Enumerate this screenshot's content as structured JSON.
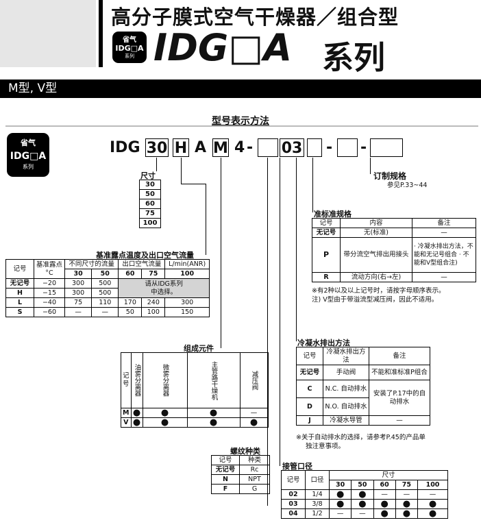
{
  "header": {
    "title_line1": "高分子膜式空气干燥器／组合型",
    "series_code": "IDG□A",
    "series_suffix": "系列",
    "badge_top": "省气",
    "badge_mid": "IDG□A",
    "badge_bottom": "系列"
  },
  "section_bar": "M型, V型",
  "how_to_order": "型号表示方法",
  "model_code": {
    "prefix": "IDG",
    "size": "30",
    "dew": "H",
    "a": "A",
    "element": "M",
    "four": "4",
    "dash1": "-",
    "port": "03",
    "dash2": "-",
    "dash3": "-"
  },
  "size_block": {
    "label": "尺寸",
    "values": [
      "30",
      "50",
      "60",
      "75",
      "100"
    ]
  },
  "custom": {
    "label": "订制规格",
    "ref": "参见P.33~44"
  },
  "semi_std": {
    "label": "准标准规格",
    "headers": [
      "记号",
      "内容",
      "备注"
    ],
    "rows": [
      {
        "sym": "无记号",
        "content": "无(标准)",
        "note": "—"
      },
      {
        "sym": "P",
        "content": "带分流空气排出用接头",
        "note": "· 冷凝水排出方法，不能和无记号组合 · 不能和V型组合注)"
      },
      {
        "sym": "R",
        "content": "流动方向(右→左)",
        "note": "—"
      }
    ],
    "note1": "※有2种以及以上记号时，请按字母顺序表示。",
    "note2": "注) V型由于带溢流型减压阀，因此不适用。"
  },
  "dew_point": {
    "label": "基准露点温度及出口空气流量",
    "h_sym": "记号",
    "h_dew": "基准露点",
    "h_unit": "°C",
    "h_flow": "不同尺寸的流量",
    "h_flow2": "出口空气流量",
    "h_flow_unit": "L/min(ANR)",
    "sizes": [
      "30",
      "50",
      "60",
      "75",
      "100"
    ],
    "rows": [
      {
        "sym": "无记号",
        "dew": "−20",
        "v": [
          "300",
          "500"
        ]
      },
      {
        "sym": "H",
        "dew": "−15",
        "v": [
          "300",
          "500"
        ]
      },
      {
        "sym": "L",
        "dew": "−40",
        "v": [
          "75",
          "110",
          "170",
          "240",
          "300"
        ]
      },
      {
        "sym": "S",
        "dew": "−60",
        "v": [
          "—",
          "—",
          "50",
          "100",
          "150"
        ]
      }
    ],
    "gray_note1": "请从IDG系列",
    "gray_note2": "中选择。"
  },
  "element": {
    "label": "组成元件",
    "headers": [
      "记号",
      "油雾分离器",
      "微雾分离器",
      "主管路干燥机",
      "减压阀"
    ],
    "rows": [
      {
        "sym": "M",
        "v": [
          "●",
          "●",
          "●",
          "—"
        ]
      },
      {
        "sym": "V",
        "v": [
          "●",
          "●",
          "●",
          "●"
        ]
      }
    ]
  },
  "drain": {
    "label": "冷凝水排出方法",
    "headers": [
      "记号",
      "冷凝水排出方法",
      "备注"
    ],
    "rows": [
      {
        "sym": "无记号",
        "method": "手动阀",
        "note": "不能和准标准P组合"
      },
      {
        "sym": "C",
        "method": "N.C. 自动排水",
        "note": "安装了P.17中的自动排水"
      },
      {
        "sym": "D",
        "method": "N.O. 自动排水",
        "note": ""
      },
      {
        "sym": "J",
        "method": "冷凝水导管",
        "note": "—"
      }
    ],
    "note1": "※关于自动排水的选择，请参考P.45的产品单",
    "note2": "独注意事项。"
  },
  "thread": {
    "label": "螺纹种类",
    "headers": [
      "记号",
      "种类"
    ],
    "rows": [
      {
        "sym": "无记号",
        "v": "Rc"
      },
      {
        "sym": "N",
        "v": "NPT"
      },
      {
        "sym": "F",
        "v": "G"
      }
    ]
  },
  "port": {
    "label": "接管口径",
    "h_sym": "记号",
    "h_port": "口径",
    "h_size": "尺寸",
    "sizes": [
      "30",
      "50",
      "60",
      "75",
      "100"
    ],
    "rows": [
      {
        "sym": "02",
        "port": "1/4",
        "v": [
          "●",
          "●",
          "—",
          "—",
          "—"
        ]
      },
      {
        "sym": "03",
        "port": "3/8",
        "v": [
          "●",
          "●",
          "●",
          "●",
          "●"
        ]
      },
      {
        "sym": "04",
        "port": "1/2",
        "v": [
          "—",
          "—",
          "●",
          "●",
          "●"
        ]
      }
    ]
  }
}
